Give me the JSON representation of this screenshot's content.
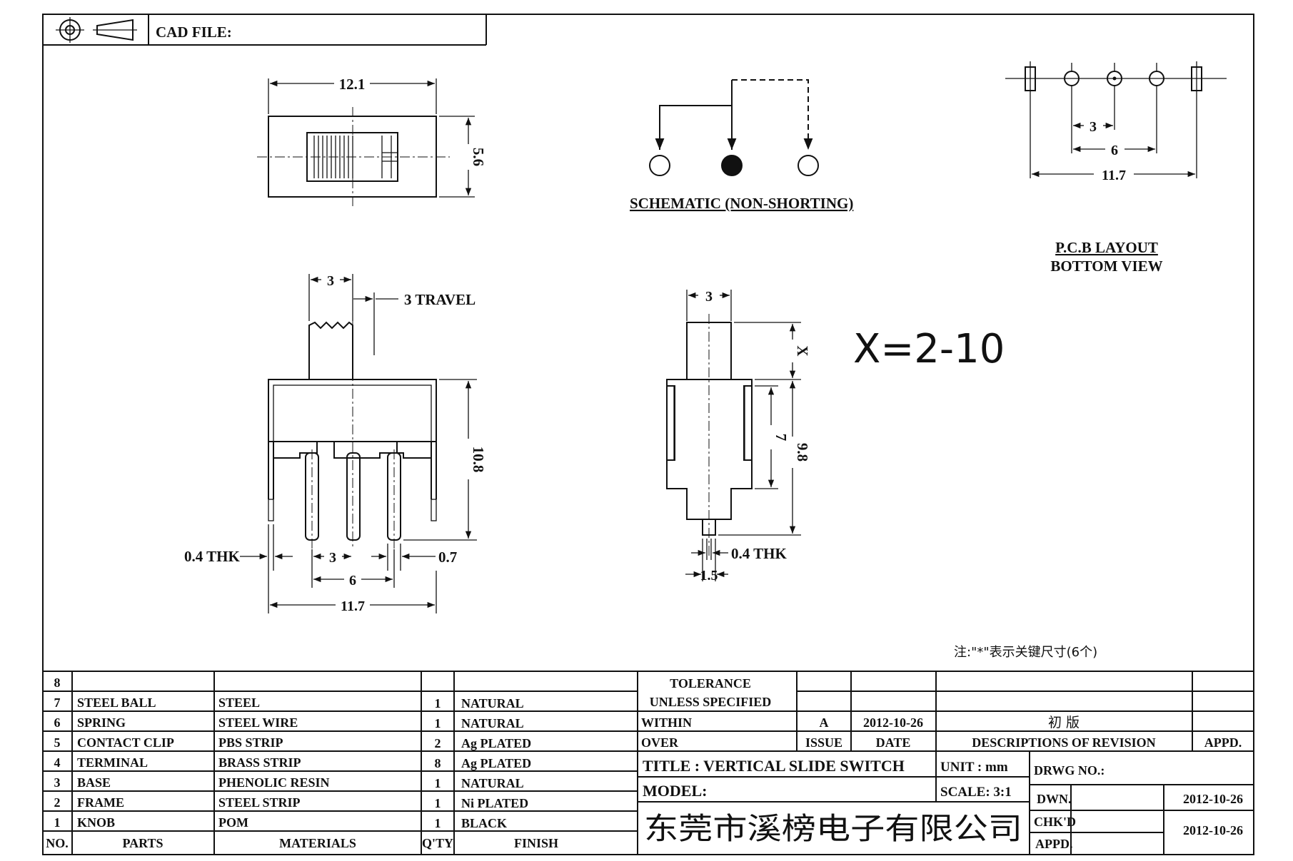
{
  "header": {
    "cad_file_label": "CAD FILE:",
    "projection_icon": "first-angle-projection-icon"
  },
  "top_view": {
    "width_dim": "12.1",
    "height_dim": "5.6"
  },
  "schematic": {
    "title": "SCHEMATIC (NON-SHORTING)"
  },
  "pcb": {
    "dim_a": "3",
    "dim_b": "6",
    "dim_c": "11.7",
    "title_line1": "P.C.B LAYOUT",
    "title_line2": "BOTTOM VIEW"
  },
  "front_view": {
    "knob_width": "3",
    "travel": "3 TRAVEL",
    "height": "10.8",
    "thk": "0.4 THK",
    "pin_pitch": "3",
    "pin_span": "6",
    "overall": "11.7",
    "pin_width": "0.7"
  },
  "side_view": {
    "knob_width": "3",
    "x_dim": "X",
    "body_dim": "7",
    "total_dim": "9.8",
    "thk": "0.4 THK",
    "pin_dim": "1.5",
    "x_range": "X=2-10"
  },
  "note": "注:\"*\"表示关键尺寸(6个)",
  "bom": {
    "rows": [
      {
        "no": "8",
        "part": "",
        "material": "",
        "qty": "",
        "finish": ""
      },
      {
        "no": "7",
        "part": "STEEL BALL",
        "material": "STEEL",
        "qty": "1",
        "finish": "NATURAL"
      },
      {
        "no": "6",
        "part": "SPRING",
        "material": "STEEL WIRE",
        "qty": "1",
        "finish": "NATURAL"
      },
      {
        "no": "5",
        "part": "CONTACT CLIP",
        "material": "PBS STRIP",
        "qty": "2",
        "finish": "Ag PLATED"
      },
      {
        "no": "4",
        "part": "TERMINAL",
        "material": "BRASS STRIP",
        "qty": "8",
        "finish": "Ag PLATED"
      },
      {
        "no": "3",
        "part": "BASE",
        "material": "PHENOLIC RESIN",
        "qty": "1",
        "finish": "NATURAL"
      },
      {
        "no": "2",
        "part": "FRAME",
        "material": "STEEL STRIP",
        "qty": "1",
        "finish": "Ni PLATED"
      },
      {
        "no": "1",
        "part": "KNOB",
        "material": "POM",
        "qty": "1",
        "finish": "BLACK"
      }
    ],
    "headers": {
      "no": "NO.",
      "part": "PARTS",
      "material": "MATERIALS",
      "qty": "Q'TY",
      "finish": "FINISH"
    }
  },
  "tolerance": {
    "title": "TOLERANCE",
    "subtitle": "UNLESS   SPECIFIED",
    "within": "WITHIN",
    "over": "OVER"
  },
  "revision": {
    "issue_value": "A",
    "date_value": "2012-10-26",
    "description_value": "初  版",
    "issue_label": "ISSUE",
    "date_label": "DATE",
    "description_label": "DESCRIPTIONS OF REVISION",
    "appd_label": "APPD."
  },
  "title_block": {
    "title": "TITLE :   VERTICAL  SLIDE  SWITCH",
    "model": "MODEL:",
    "unit": "UNIT :   mm",
    "scale": "SCALE:   3:1",
    "drwg_no": "DRWG  NO.:",
    "dwn_label": "DWN.",
    "chkd_label": "CHK'D",
    "appd_label": "APPD.",
    "dwn_date": "2012-10-26",
    "chkd_date": "2012-10-26",
    "company": "东莞市溪榜电子有限公司"
  }
}
